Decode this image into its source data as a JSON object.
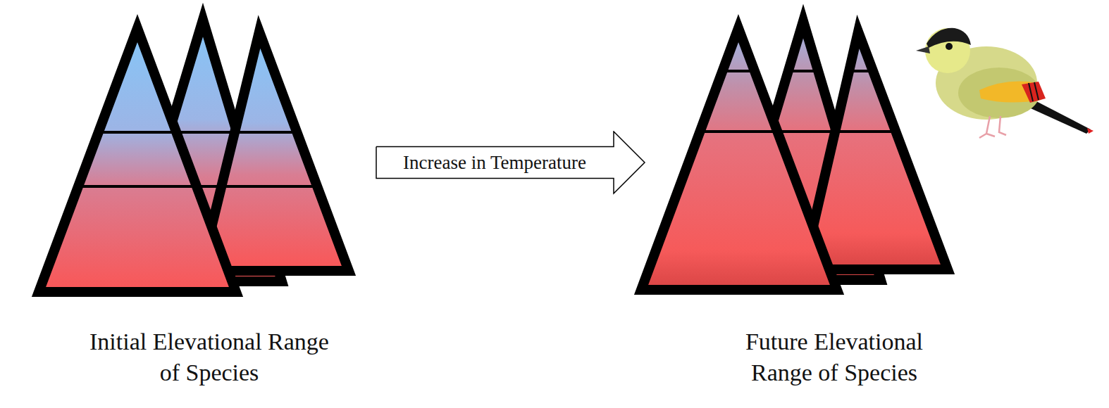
{
  "diagram": {
    "nodes": [
      {
        "text": [
          "Increase in Temperature"
        ]
      }
    ],
    "labels": [
      "Initial Elevational Range of Species",
      "Future Elevational Range of Species"
    ]
  }
}
